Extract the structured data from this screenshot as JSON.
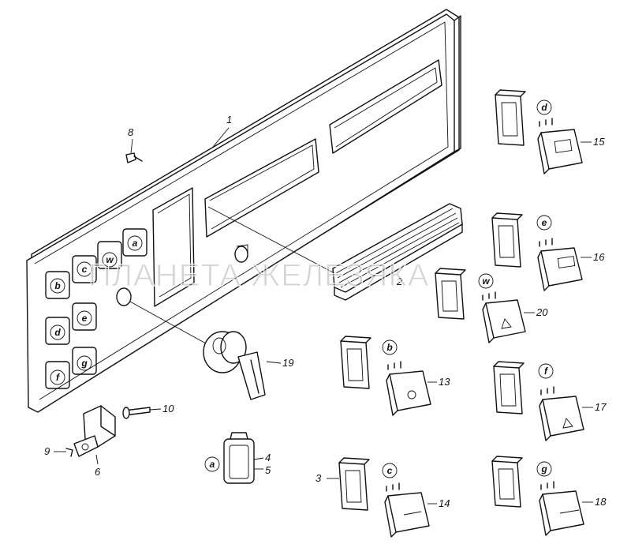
{
  "diagram": {
    "panel_buttons": [
      "b",
      "c",
      "w",
      "a",
      "d",
      "e",
      "f",
      "g"
    ],
    "switch_groups": [
      {
        "letter": "d",
        "number": "15"
      },
      {
        "letter": "e",
        "number": "16"
      },
      {
        "letter": "w",
        "number": "20"
      },
      {
        "letter": "b",
        "number": "13"
      },
      {
        "letter": "f",
        "number": "17"
      },
      {
        "letter": "c",
        "number": "14"
      },
      {
        "letter": "g",
        "number": "18"
      }
    ],
    "callouts": {
      "panel": "1",
      "handle": "2",
      "switch_frame": "3",
      "plug_a": "4",
      "plug_a_frame": "5",
      "bracket": "6",
      "screw": "8",
      "clip": "9",
      "pin": "10",
      "rotary_switch": "19"
    },
    "plug_letter": "a",
    "watermark": "ПЛАНЕТА ЖЕЛЕЗЯКА"
  }
}
